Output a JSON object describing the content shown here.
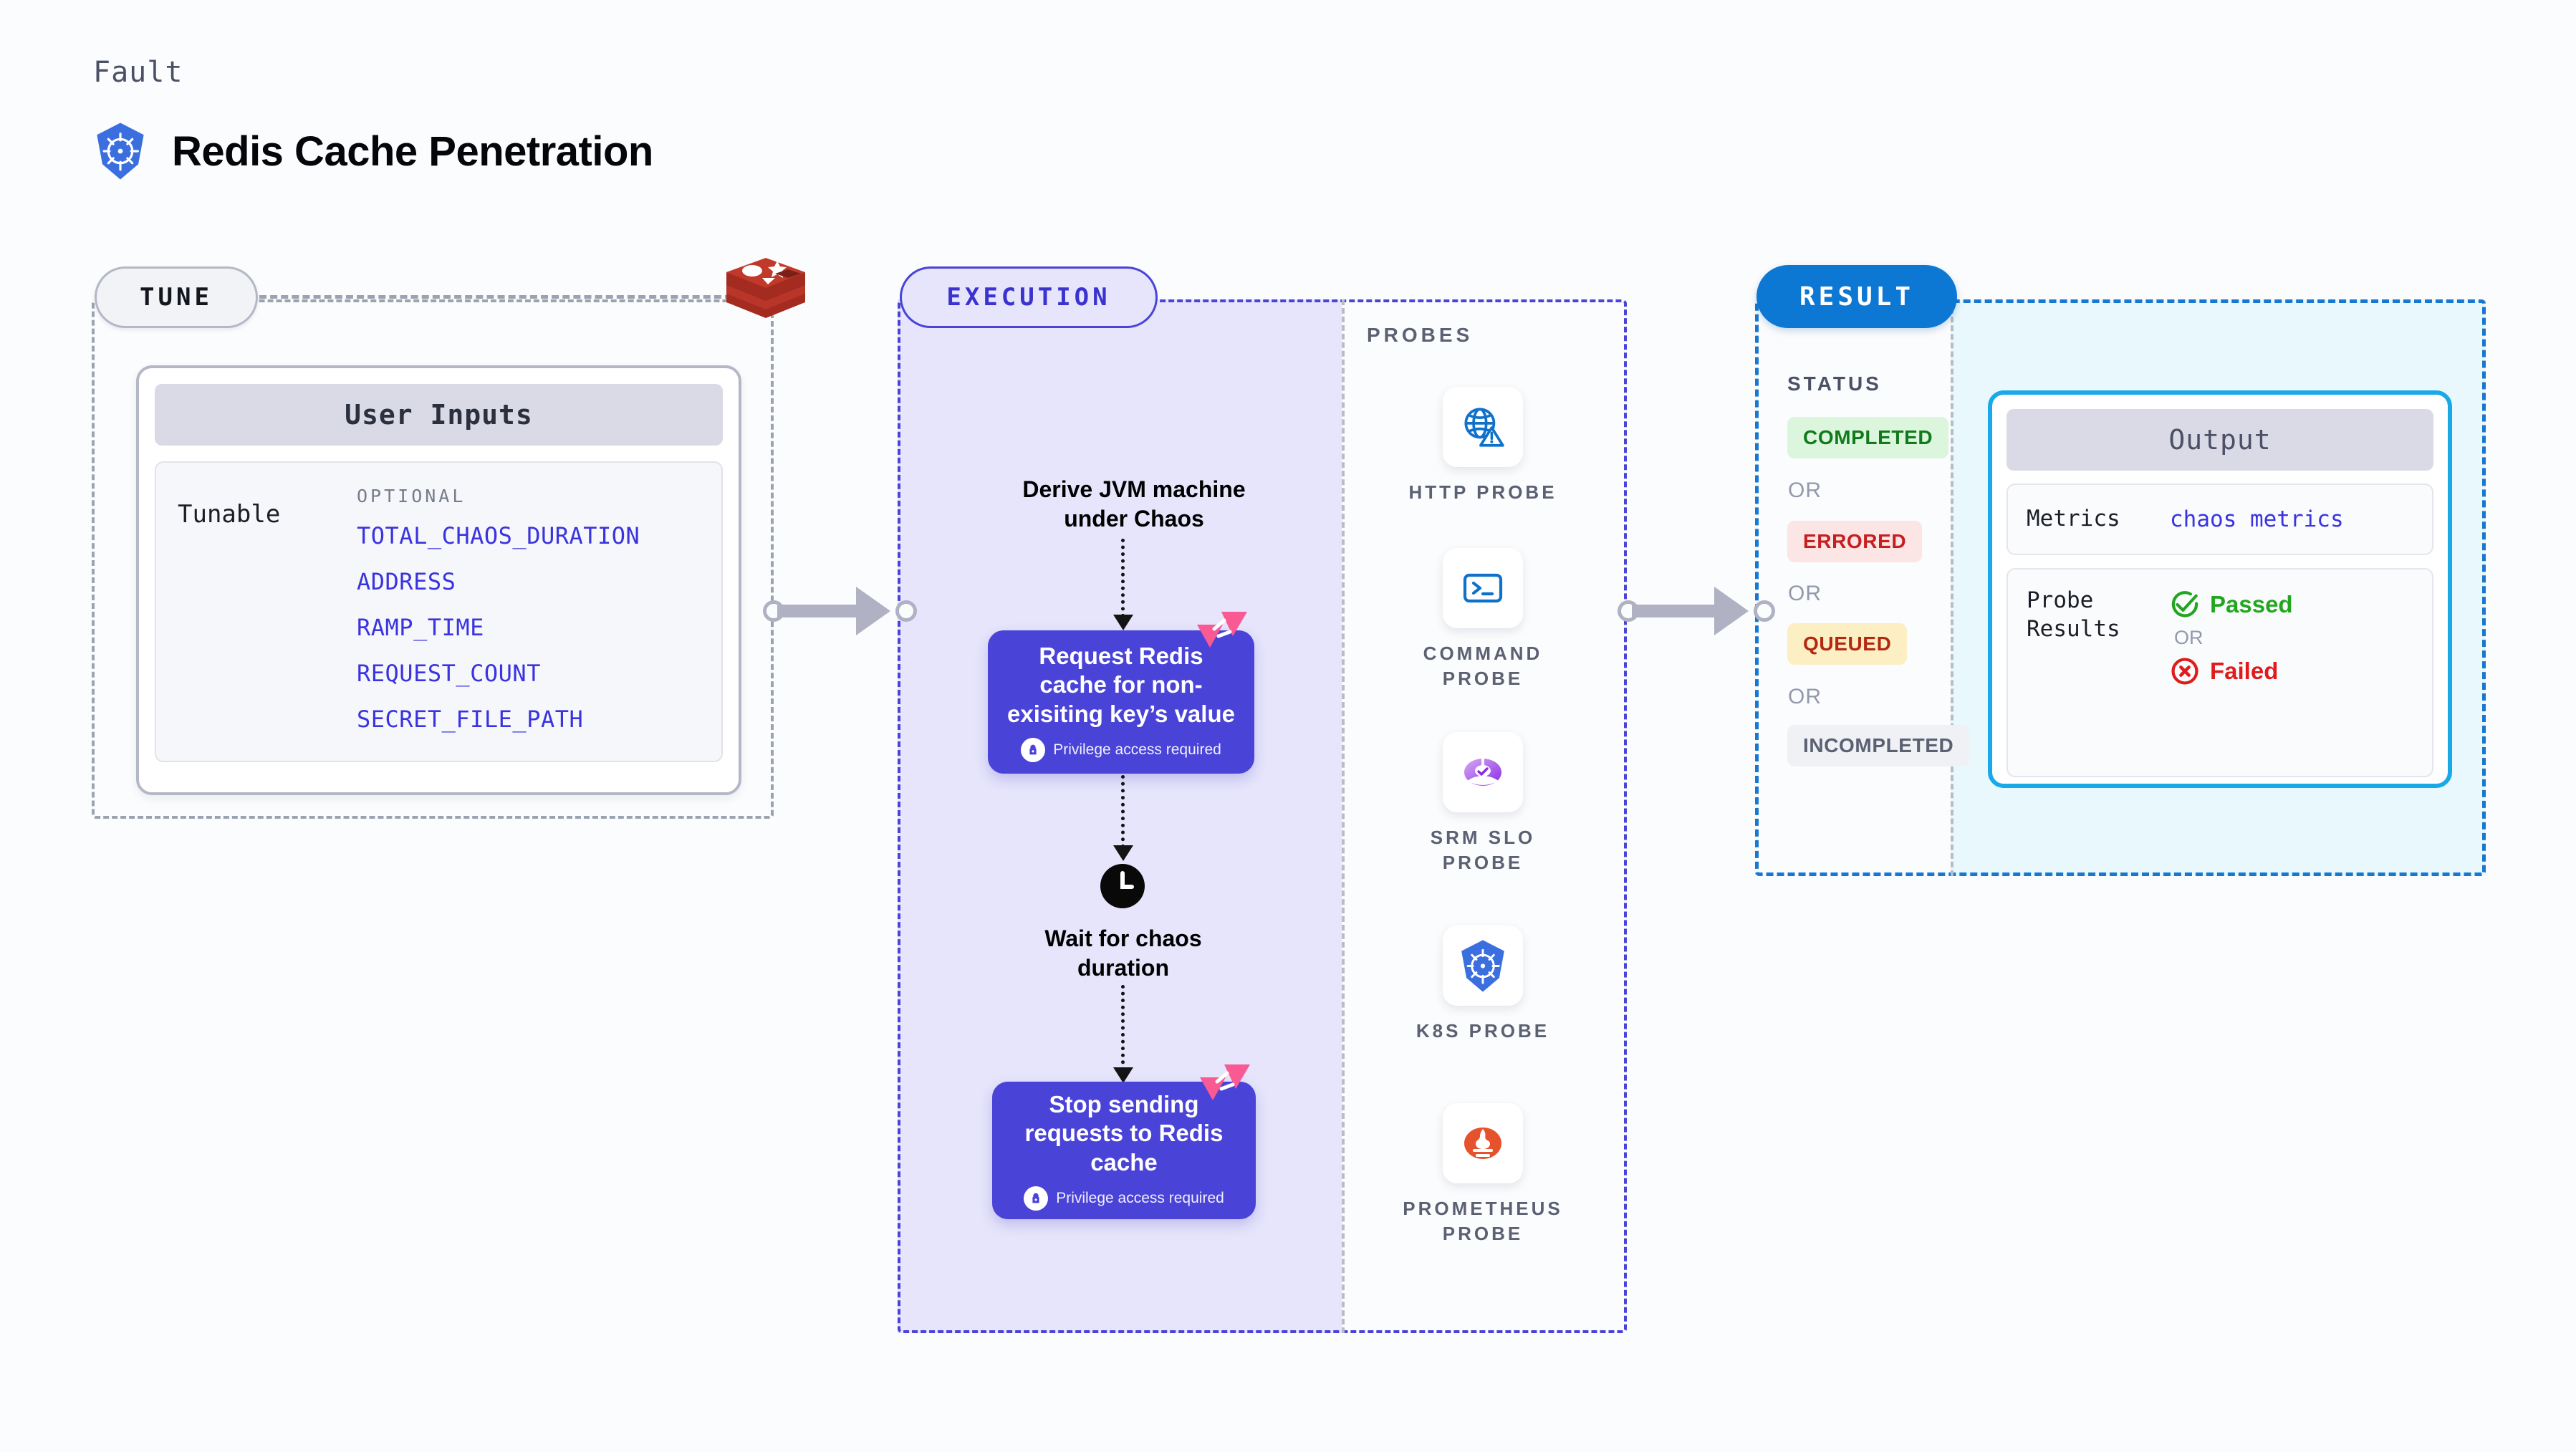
{
  "header": {
    "kicker": "Fault",
    "title": "Redis Cache Penetration",
    "logo_icon": "kubernetes-icon"
  },
  "tune": {
    "badge": "TUNE",
    "source_icon": "redis-icon",
    "card_title": "User Inputs",
    "group_label": "Tunable",
    "optional_label": "OPTIONAL",
    "optional_items": [
      "TOTAL_CHAOS_DURATION",
      "ADDRESS",
      "RAMP_TIME",
      "REQUEST_COUNT",
      "SECRET_FILE_PATH"
    ]
  },
  "execution": {
    "badge": "EXECUTION",
    "step1_text": "Derive JVM machine under Chaos",
    "action1": {
      "title": "Request Redis cache for non-exisiting key’s value",
      "privilege": "Privilege access required",
      "badge_icon": "chaos-corner-icon",
      "lock_icon": "lock-icon"
    },
    "wait": {
      "icon": "clock-icon",
      "text": "Wait for chaos duration"
    },
    "action2": {
      "title": "Stop sending requests to Redis cache",
      "privilege": "Privilege access required",
      "badge_icon": "chaos-corner-icon",
      "lock_icon": "lock-icon"
    }
  },
  "probes": {
    "title": "PROBES",
    "items": [
      {
        "label": "HTTP PROBE",
        "icon": "globe-warning-icon"
      },
      {
        "label": "COMMAND PROBE",
        "icon": "terminal-icon"
      },
      {
        "label": "SRM SLO PROBE",
        "icon": "srm-slo-icon"
      },
      {
        "label": "K8S PROBE",
        "icon": "kubernetes-icon"
      },
      {
        "label": "PROMETHEUS PROBE",
        "icon": "prometheus-icon"
      }
    ]
  },
  "result": {
    "badge": "RESULT",
    "status_title": "STATUS",
    "or_label": "OR",
    "statuses": [
      {
        "label": "COMPLETED",
        "bg": "#dcf5dd",
        "fg": "#117a1d"
      },
      {
        "label": "ERRORED",
        "bg": "#fbe5e5",
        "fg": "#c61f1f"
      },
      {
        "label": "QUEUED",
        "bg": "#fdefc4",
        "fg": "#b4280f"
      },
      {
        "label": "INCOMPLETED",
        "bg": "#f0f1f5",
        "fg": "#5b6173"
      }
    ],
    "output": {
      "title": "Output",
      "metrics_key": "Metrics",
      "metrics_value": "chaos metrics",
      "probe_results_key": "Probe Results",
      "passed_label": "Passed",
      "failed_label": "Failed",
      "or_label": "OR",
      "passed_icon": "check-circle-icon",
      "failed_icon": "x-circle-icon"
    }
  },
  "colors": {
    "accent_blue": "#1878d0",
    "exec_violet": "#4a43d8",
    "exec_fill": "#e6e5fb",
    "result_fill": "#e8f8fd",
    "output_border": "#19a8e8",
    "chaos_pink": "#fa5a93",
    "connector_gray": "#b0b2c4"
  }
}
